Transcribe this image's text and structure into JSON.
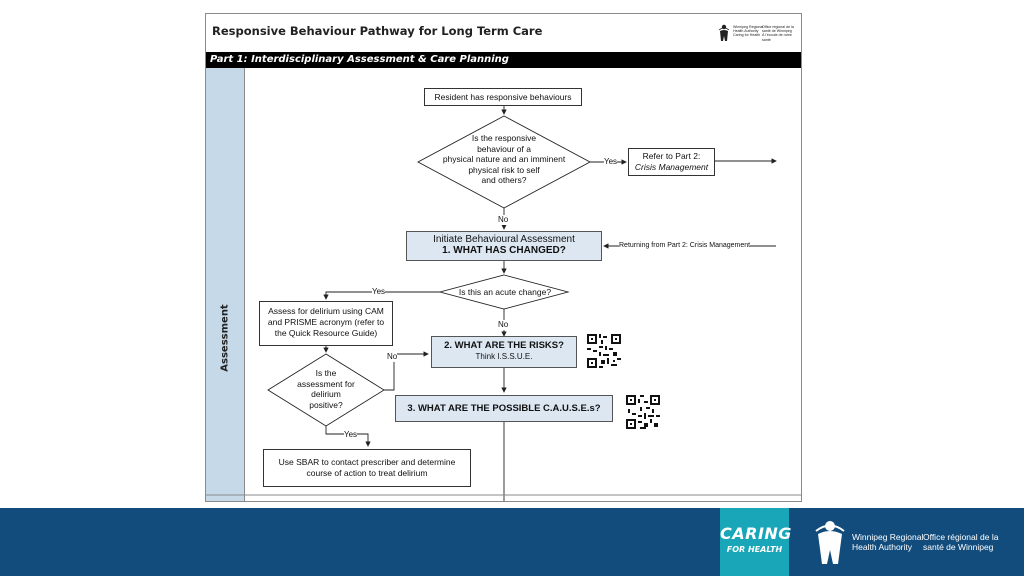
{
  "document": {
    "title": "Responsive Behaviour Pathway for Long Term Care",
    "part_label": "Part 1: Interdisciplinary Assessment & Care Planning",
    "side_label": "Assessment",
    "header_logo": {
      "en_line1": "Winnipeg Regional",
      "en_line2": "Health Authority",
      "en_line3": "Caring for Health",
      "fr_line1": "Office régional de la",
      "fr_line2": "santé de Winnipeg",
      "fr_line3": "À l'écoute de notre santé"
    }
  },
  "flowchart": {
    "start": "Resident has responsive behaviours",
    "q_physical": [
      "Is the responsive",
      "behaviour of a",
      "physical nature and an imminent",
      "physical risk to self",
      "and others?"
    ],
    "yes_1": "Yes",
    "refer_part2": [
      "Refer to Part 2:",
      "Crisis Management"
    ],
    "no_1": "No",
    "initiate_line1": "Initiate Behavioural Assessment",
    "initiate_line2": "1. WHAT HAS CHANGED?",
    "returning": "Returning from Part 2: Crisis Management",
    "q_acute": "Is this an acute change?",
    "yes_2": "Yes",
    "no_2": "No",
    "delirium_assess": [
      "Assess for delirium using CAM",
      "and PRISME acronym (refer to",
      "the Quick Resource Guide)"
    ],
    "risks_line1": "2. WHAT ARE THE RISKS?",
    "risks_line2": "Think I.S.S.U.E.",
    "no_3": "No",
    "q_delirium": [
      "Is the",
      "assessment for",
      "delirium",
      "positive?"
    ],
    "causes": "3. WHAT ARE THE POSSIBLE C.A.U.S.E.s?",
    "yes_3": "Yes",
    "sbar": [
      "Use SBAR to contact prescriber and determine",
      "course of action to treat delirium"
    ]
  },
  "footer": {
    "caring_line1": "CARING",
    "caring_line2": "FOR HEALTH",
    "org_en_line1": "Winnipeg Regional",
    "org_en_line2": "Health Authority",
    "org_fr_line1": "Office régional de la",
    "org_fr_line2": "santé de Winnipeg"
  },
  "colors": {
    "footer_bg": "#114c7d",
    "caring_bg": "#19a6b8",
    "side_bg": "#c5d9e9",
    "step_box_bg": "#dde7f2"
  }
}
